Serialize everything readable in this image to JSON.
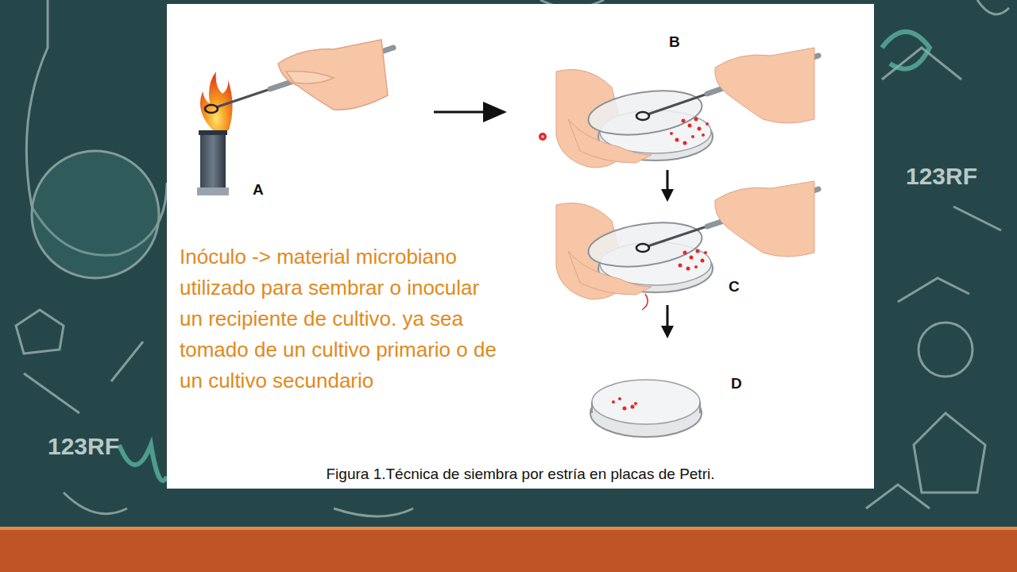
{
  "diagram": {
    "caption": "Figura 1.Técnica de siembra por estría en placas de Petri.",
    "labels": [
      "A",
      "B",
      "C",
      "D",
      "Inóculo -> material microbiano utilizado para sembrar o inocular un recipiente de cultivo. ya sea tomado de un cultivo primario o de un cultivo secundario",
      "123RF",
      "123RF"
    ]
  }
}
